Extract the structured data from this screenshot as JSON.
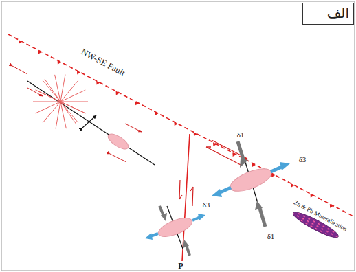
{
  "diagram": {
    "nodes": [
      {
        "text": [
          "الف"
        ]
      },
      {
        "text": [
          "Zn & Pb Mineralization"
        ]
      }
    ],
    "labels": [
      "NW-SE Fault",
      "δ1",
      "δ3",
      "δ3",
      "δ1",
      "P"
    ]
  }
}
